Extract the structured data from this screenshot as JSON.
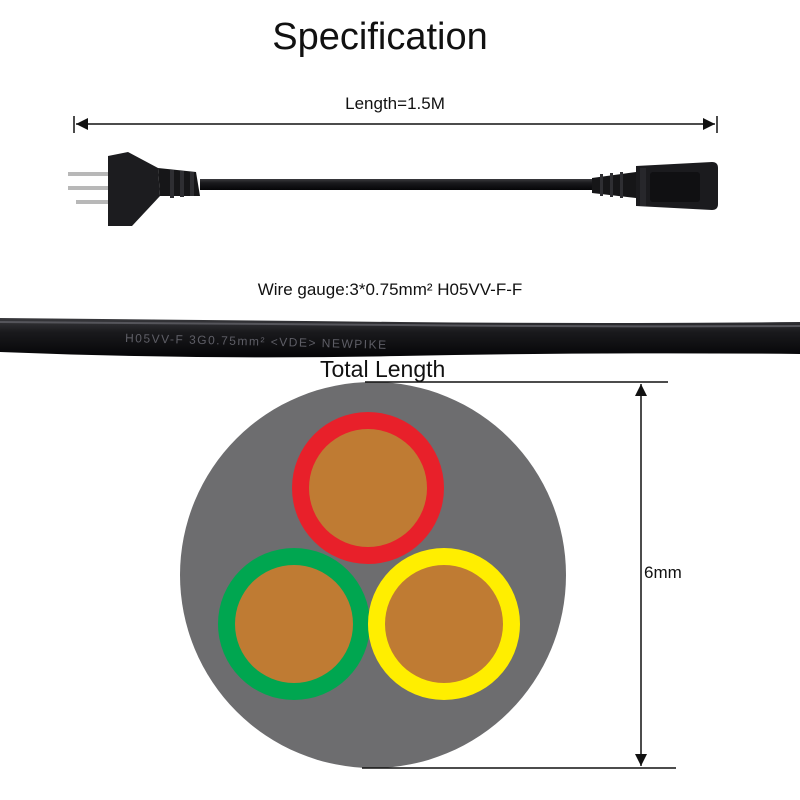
{
  "title": "Specification",
  "length": {
    "label": "Length=1.5M"
  },
  "wire": {
    "label": "Wire gauge:3*0.75mm²  H05VV-F-F",
    "print_text": "H05VV-F  3G0.75mm²  <VDE>  NEWPIKE"
  },
  "cross_section": {
    "title": "Total Length",
    "diameter_label": "6mm",
    "colors": {
      "sheath": "#6d6d6f",
      "copper": "#bf7b33",
      "live": "#e8202a",
      "earth": "#00a650",
      "neutral": "#ffee00"
    }
  }
}
